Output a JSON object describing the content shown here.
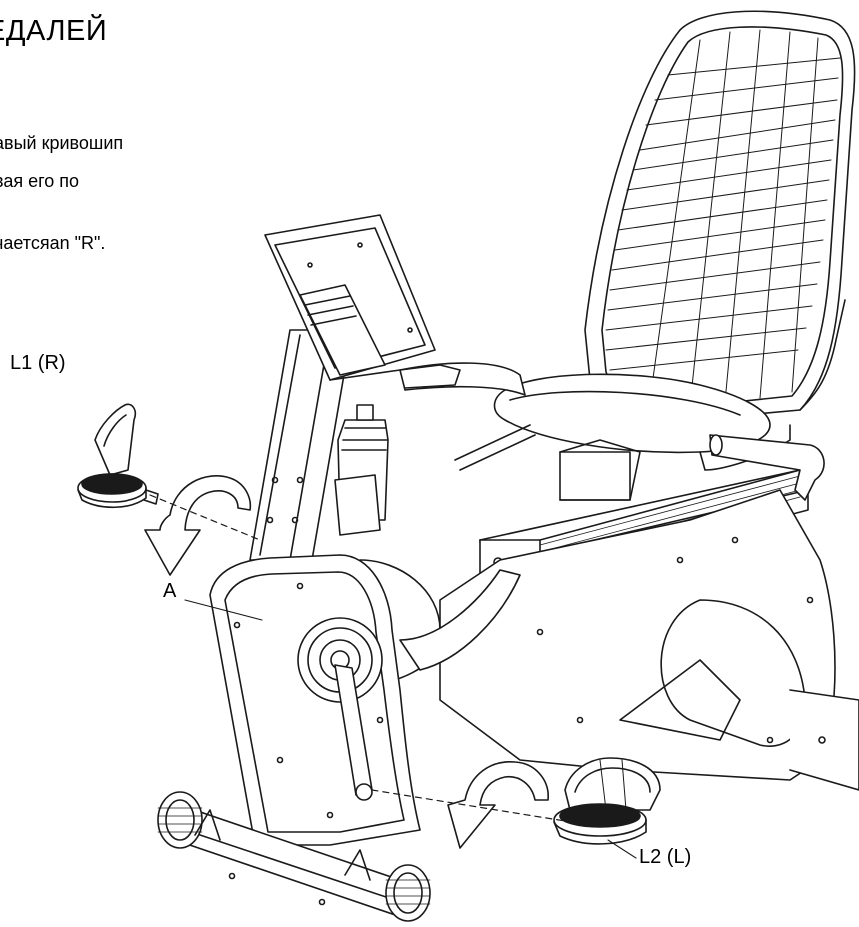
{
  "instructions": {
    "heading": "ЕДАЛЕЙ",
    "line1": "авый кривошип",
    "line2": "вая его по",
    "line3": "чаетсяan \"R\"."
  },
  "labels": {
    "l1": "L1 (R)",
    "a": "A",
    "l2": "L2 (L)"
  },
  "colors": {
    "line": "#1a1a1a",
    "fill": "#ffffff"
  }
}
